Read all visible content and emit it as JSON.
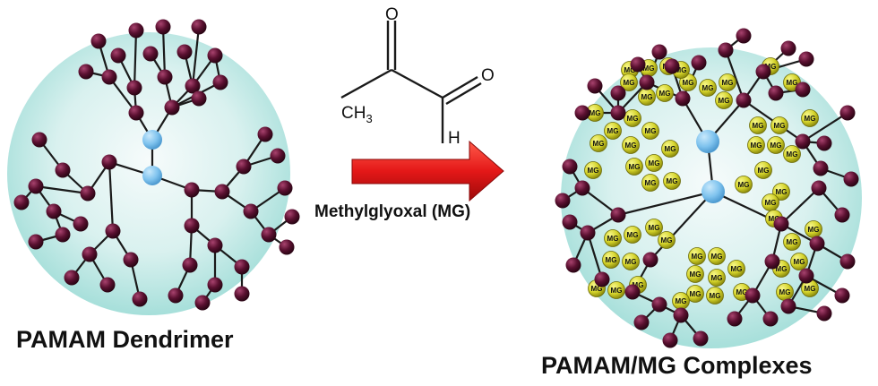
{
  "left_label": "PAMAM Dendrimer",
  "right_label": "PAMAM/MG Complexes",
  "reagent_label": "Methylglyoxal  (MG)",
  "molecule": {
    "methyl_group": "CH",
    "methyl_subscript": "3",
    "oxygen_top": "O",
    "oxygen_right": "O",
    "hydrogen": "H"
  },
  "mg_particle_label": "MG",
  "colors": {
    "sphere_edge": "#aee3df",
    "sphere_center": "#f6fbfb",
    "branch_node": "#5a1030",
    "core_node": "#7fc3ee",
    "mg_particle": "#d4d32a",
    "arrow": "#e41818",
    "bond": "#1a1a1a"
  }
}
